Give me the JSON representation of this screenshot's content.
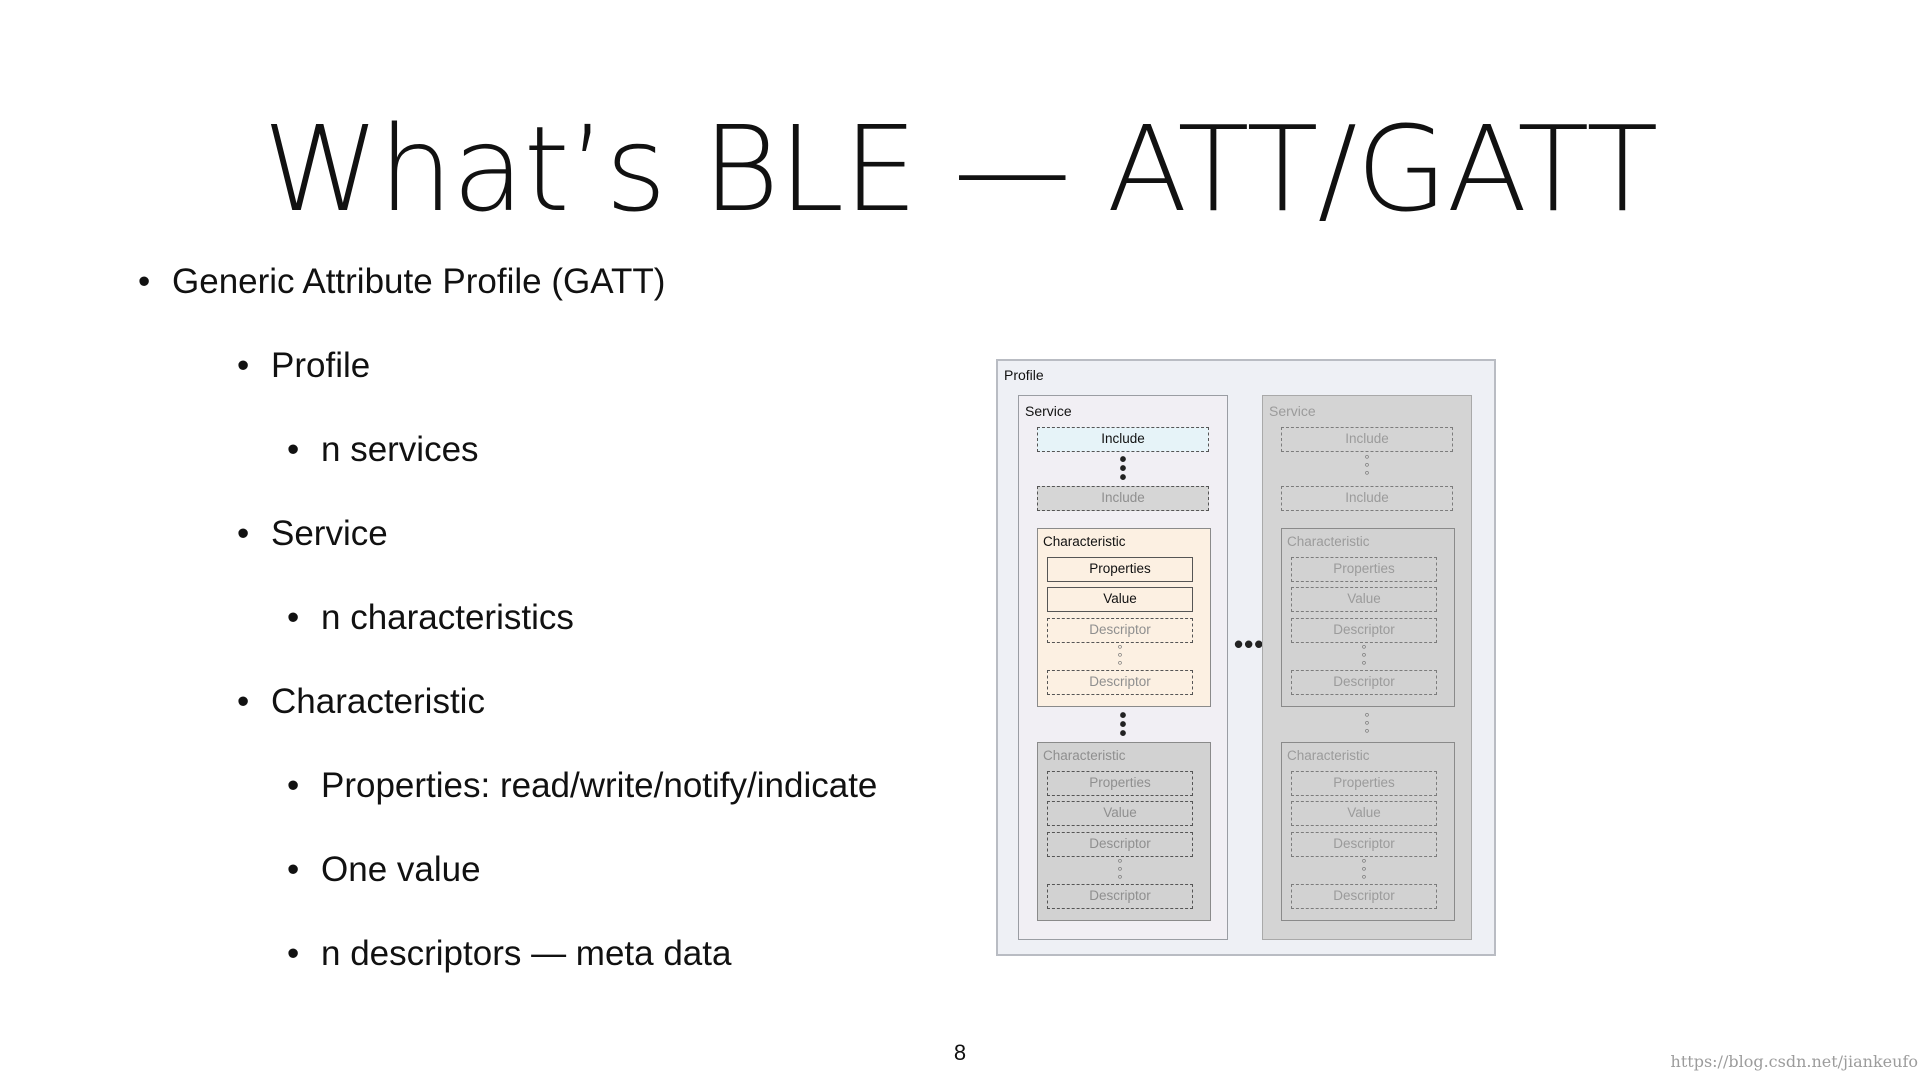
{
  "slide": {
    "title": "What’s BLE — ATT/GATT",
    "bullets": [
      {
        "text": "Generic Attribute Profile (GATT)"
      },
      {
        "text": "Profile"
      },
      {
        "text": "n services"
      },
      {
        "text": "Service"
      },
      {
        "text": "n characteristics"
      },
      {
        "text": "Characteristic"
      },
      {
        "text": "Properties: read/write/notify/indicate"
      },
      {
        "text": "One value"
      },
      {
        "text": "n descriptors — meta data"
      }
    ],
    "page_number": "8",
    "watermark": "https://blog.csdn.net/jiankeufo"
  },
  "diagram": {
    "profile_label": "Profile",
    "service_label": "Service",
    "include_label": "Include",
    "characteristic_label": "Characteristic",
    "properties_label": "Properties",
    "value_label": "Value",
    "descriptor_label": "Descriptor",
    "colors": {
      "profile_bg": "#eef0f5",
      "include_highlight": "#e6f3f8",
      "characteristic_highlight": "#fcf0e2",
      "ghost_gray": "#d4d4d4"
    }
  }
}
